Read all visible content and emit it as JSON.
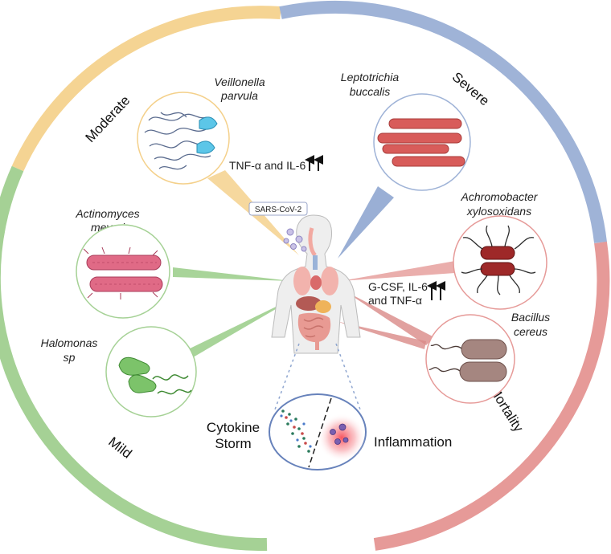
{
  "segments": [
    {
      "label": "Moderate",
      "color": "#f5d493"
    },
    {
      "label": "Severe",
      "color": "#9fb3d7"
    },
    {
      "label": "Mortality",
      "color": "#e69a98"
    },
    {
      "label": "Mild",
      "color": "#a5d195"
    }
  ],
  "center": {
    "virus_label": "SARS-CoV-2"
  },
  "bacteria": [
    {
      "name_line1": "Veillonella",
      "name_line2": "parvula",
      "severity": "Moderate"
    },
    {
      "name_line1": "Leptotrichia",
      "name_line2": "buccalis",
      "severity": "Severe"
    },
    {
      "name_line1": "Actinomyces",
      "name_line2": "meyeri",
      "severity": "Mild"
    },
    {
      "name_line1": "Halomonas",
      "name_line2": "sp",
      "severity": "Mild"
    },
    {
      "name_line1": "Achromobacter",
      "name_line2": "xylosoxidans",
      "severity": "Mortality"
    },
    {
      "name_line1": "Bacillus",
      "name_line2": "cereus",
      "severity": "Mortality"
    }
  ],
  "cytokines": {
    "moderate": "TNF-α and IL-6",
    "mortality_line1": "G-CSF, IL-6",
    "mortality_line2": "and TNF-α"
  },
  "outcomes": {
    "storm_line1": "Cytokine",
    "storm_line2": "Storm",
    "inflammation": "Inflammation"
  }
}
